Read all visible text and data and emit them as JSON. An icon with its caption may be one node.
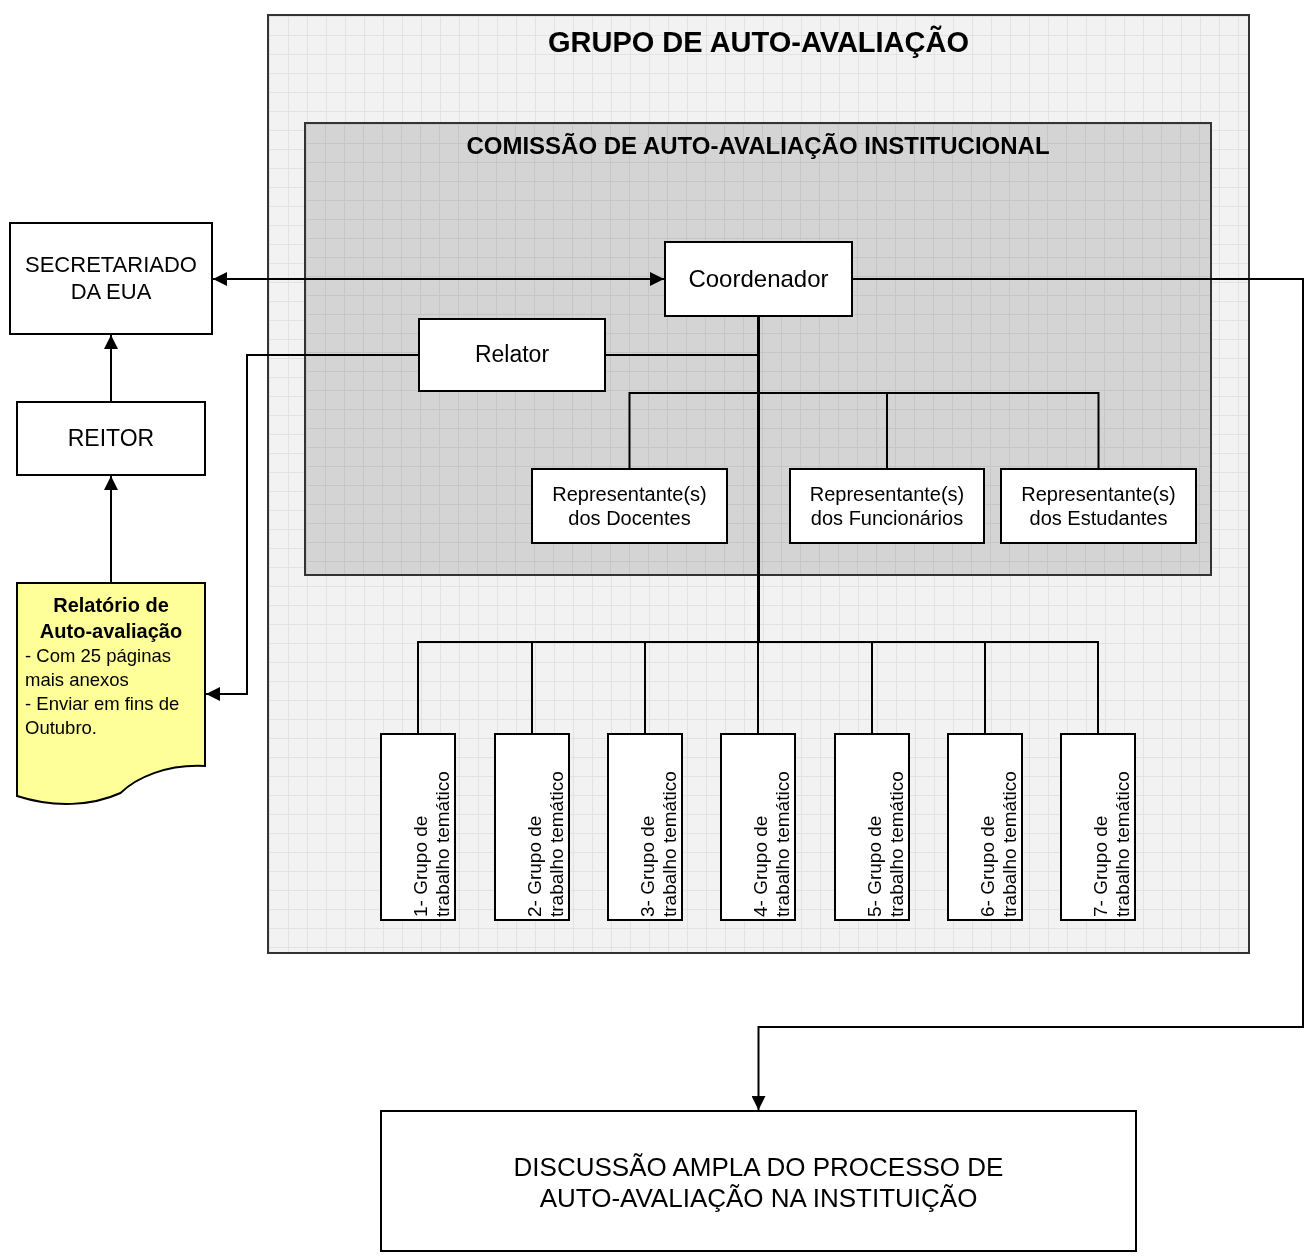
{
  "diagram": {
    "nodes": [
      {
        "text": [
          "GRUPO DE AUTO-AVALIAÇÃO"
        ]
      },
      {
        "text": [
          "COMISSÃO DE AUTO-AVALIAÇÃO INSTITUCIONAL"
        ],
        "in": 0
      },
      {
        "text": [
          "SECRETARIADO DA EUA"
        ]
      },
      {
        "text": [
          "Coordenador"
        ],
        "in": 1
      },
      {
        "text": [
          "Relator"
        ],
        "in": 1
      },
      {
        "text": [
          "REITOR"
        ]
      },
      {
        "text": [
          "Relatório de Auto-avaliação",
          "- Com 25 páginas mais anexos",
          "- Enviar em fins de Outubro."
        ]
      },
      {
        "text": [
          "Representante(s) dos Docentes"
        ],
        "in": 1
      },
      {
        "text": [
          "Representante(s) dos Funcionários"
        ],
        "in": 1
      },
      {
        "text": [
          "Representante(s) dos Estudantes"
        ],
        "in": 1
      },
      {
        "text": [
          "1- Grupo de trabalho temático"
        ],
        "in": 0
      },
      {
        "text": [
          "2- Grupo de trabalho temático"
        ],
        "in": 0
      },
      {
        "text": [
          "3- Grupo de trabalho temático"
        ],
        "in": 0
      },
      {
        "text": [
          "4- Grupo de trabalho temático"
        ],
        "in": 0
      },
      {
        "text": [
          "5- Grupo de trabalho temático"
        ],
        "in": 0
      },
      {
        "text": [
          "6- Grupo de trabalho temático"
        ],
        "in": 0
      },
      {
        "text": [
          "7- Grupo de trabalho temático"
        ],
        "in": 0
      },
      {
        "text": [
          "DISCUSSÃO AMPLA DO PROCESSO DE AUTO-AVALIAÇÃO NA INSTITUIÇÃO"
        ]
      }
    ],
    "edges": [
      {
        "from": 3,
        "to": 2,
        "arrow": "both"
      },
      {
        "from": 3,
        "to": 17,
        "arrow": "to"
      },
      {
        "from": 4,
        "to": 6,
        "arrow": "to"
      },
      {
        "from": 5,
        "to": 2,
        "arrow": "to"
      },
      {
        "from": 6,
        "to": 5,
        "arrow": "to"
      },
      {
        "from": 3,
        "to": 4,
        "arrow": "none"
      },
      {
        "from": 3,
        "to": 7,
        "arrow": "none"
      },
      {
        "from": 3,
        "to": 8,
        "arrow": "none"
      },
      {
        "from": 3,
        "to": 9,
        "arrow": "none"
      },
      {
        "from": 3,
        "to": 10,
        "arrow": "none"
      },
      {
        "from": 3,
        "to": 11,
        "arrow": "none"
      },
      {
        "from": 3,
        "to": 12,
        "arrow": "none"
      },
      {
        "from": 3,
        "to": 13,
        "arrow": "none"
      },
      {
        "from": 3,
        "to": 14,
        "arrow": "none"
      },
      {
        "from": 3,
        "to": 15,
        "arrow": "none"
      },
      {
        "from": 3,
        "to": 16,
        "arrow": "none"
      }
    ]
  }
}
